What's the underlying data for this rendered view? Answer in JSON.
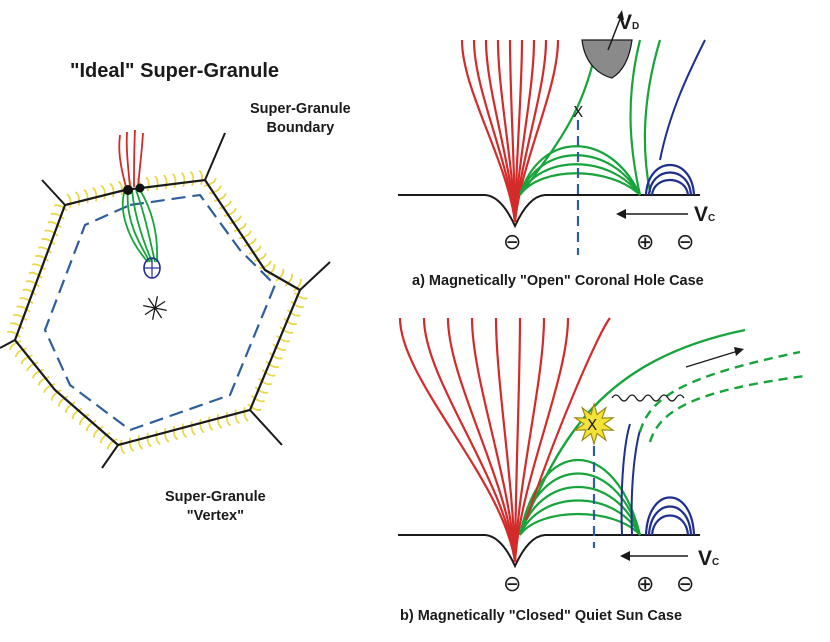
{
  "left_panel": {
    "title": "\"Ideal\" Super-Granule",
    "boundary_label_line1": "Super-Granule",
    "boundary_label_line2": "Boundary",
    "vertex_label_line1": "Super-Granule",
    "vertex_label_line2": "\"Vertex\""
  },
  "panel_a": {
    "caption": "a) Magnetically \"Open\" Coronal Hole Case",
    "velocity_drift": "V",
    "velocity_drift_sub": "D",
    "velocity_converge": "V",
    "velocity_converge_sub": "C",
    "polarity_left": "⊖",
    "polarity_mid": "⊕",
    "polarity_right": "⊖",
    "reconnection_mark": "X"
  },
  "panel_b": {
    "caption": "b) Magnetically \"Closed\" Quiet Sun Case",
    "velocity_converge": "V",
    "velocity_converge_sub": "C",
    "polarity_left": "⊖",
    "polarity_mid": "⊕",
    "polarity_right": "⊖",
    "reconnection_mark": "X"
  },
  "colors": {
    "open_field": "#d42a2a",
    "reconnected_field": "#17a43a",
    "closed_loops": "#1f2f8f",
    "boundary_fringe": "#e8d84a",
    "dashed_line": "#2f5f9a",
    "burst": "#f4e23a"
  }
}
